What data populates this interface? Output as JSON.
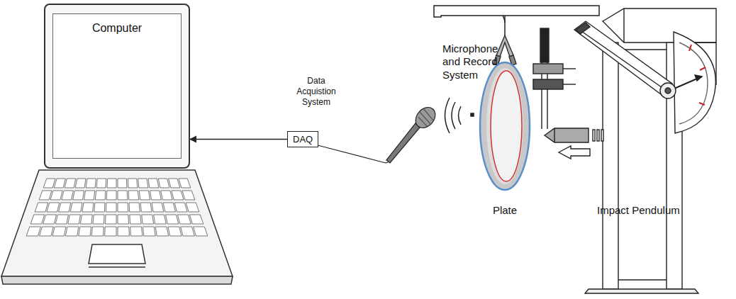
{
  "diagram": {
    "nodes": [
      {
        "text": [
          "Computer"
        ]
      },
      {
        "text": [
          "Data Acquistion System",
          "DAQ"
        ]
      }
    ],
    "edges": [
      {
        "from": 1,
        "to": 0,
        "arrow": "to"
      }
    ],
    "labels": [
      "Microphone and Record System",
      "Plate",
      "Impact Pendulum"
    ]
  }
}
